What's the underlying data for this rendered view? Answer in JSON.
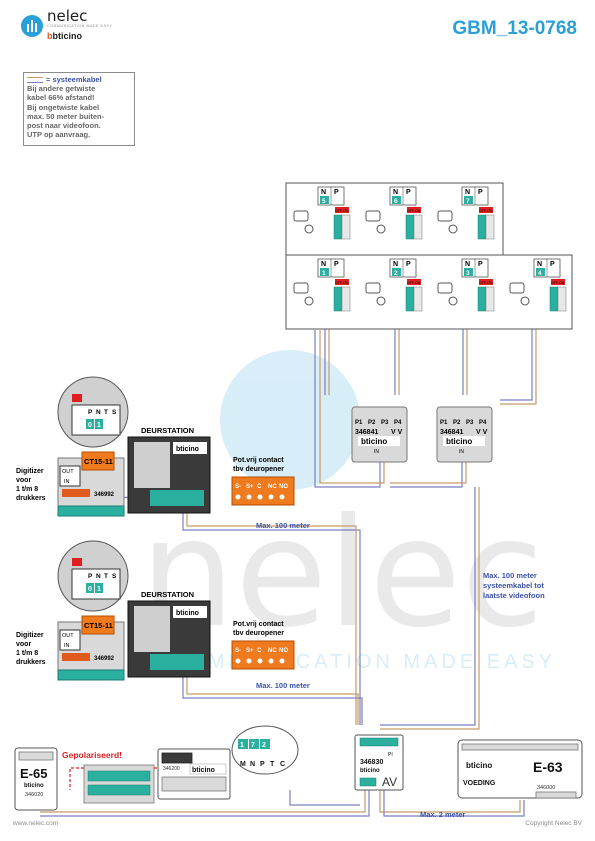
{
  "header": {
    "brand": "nelec",
    "brand_tagline": "COMMUNICATION MADE EASY",
    "partner_brand": "bticino",
    "document_code": "GBM_13-0768"
  },
  "notes": {
    "legend_label": "= systeemkabel",
    "lines": [
      "Bij andere getwiste",
      "kabel 66% afstand!",
      "Bij ongetwiste kabel",
      "max. 50 meter buiten-",
      "post naar videofoon.",
      "UTP op aanvraag."
    ]
  },
  "videophones": {
    "row_top": [
      {
        "id": "5",
        "n_label": "N",
        "p_label": "P"
      },
      {
        "id": "6",
        "n_label": "N",
        "p_label": "P"
      },
      {
        "id": "7",
        "n_label": "N",
        "p_label": "P"
      }
    ],
    "row_bottom": [
      {
        "id": "1",
        "n_label": "N",
        "p_label": "P"
      },
      {
        "id": "2",
        "n_label": "N",
        "p_label": "P"
      },
      {
        "id": "3",
        "n_label": "N",
        "p_label": "P"
      },
      {
        "id": "4",
        "n_label": "N",
        "p_label": "P"
      }
    ],
    "switch_label": "OFF ON"
  },
  "distributors": [
    {
      "model": "346841",
      "ports": [
        "P1",
        "P2",
        "P3",
        "P4"
      ],
      "suffix": "V V",
      "brand": "bticino",
      "input": "IN"
    },
    {
      "model": "346841",
      "ports": [
        "P1",
        "P2",
        "P3",
        "P4"
      ],
      "suffix": "V V",
      "brand": "bticino",
      "input": "IN"
    }
  ],
  "door_stations": [
    {
      "title": "DEURSTATION",
      "address": [
        "0",
        "1"
      ],
      "zoom_labels": [
        "P",
        "N",
        "T",
        "S"
      ],
      "digitizer_label": [
        "Digitizer",
        "voor",
        "1 t/m 8",
        "drukkers"
      ],
      "digitizer_model": "346992",
      "tag": "CT15-11",
      "io_labels": [
        "OUT",
        "IN"
      ],
      "brand": "bticino",
      "contact_label": [
        "Pot.vrij contact",
        "tbv deuropener"
      ],
      "contact_terms": [
        "S-",
        "S+",
        "C",
        "NC",
        "NO"
      ],
      "distance": "Max. 100 meter"
    },
    {
      "title": "DEURSTATION",
      "address": [
        "0",
        "1"
      ],
      "zoom_labels": [
        "P",
        "N",
        "T",
        "S"
      ],
      "digitizer_label": [
        "Digitizer",
        "voor",
        "1 t/m 8",
        "drukkers"
      ],
      "digitizer_model": "346992",
      "tag": "CT15-11",
      "io_labels": [
        "OUT",
        "IN"
      ],
      "brand": "bticino",
      "contact_label": [
        "Pot.vrij contact",
        "tbv deuropener"
      ],
      "contact_terms": [
        "S-",
        "S+",
        "C",
        "NC",
        "NO"
      ],
      "distance": "Max. 100 meter"
    }
  ],
  "riser_label": [
    "Max. 100 meter",
    "systeemkabel tot",
    "laatste videofoon"
  ],
  "power": {
    "left_unit": {
      "name": "E-65",
      "brand": "bticino",
      "model": "346020"
    },
    "polarized": "Gepolariseerd!",
    "relay": {
      "model": "346200",
      "brand": "bticino",
      "zoom_terms": [
        "1",
        "7",
        "2",
        "M",
        "N",
        "P",
        "T",
        "C"
      ]
    },
    "interface": {
      "model": "346830",
      "brand": "bticino",
      "suffix": "AV",
      "label": "PI"
    },
    "right_unit": {
      "name": "E-63",
      "brand": "bticino",
      "model": "346000",
      "sub": "VOEDING"
    },
    "distance": "Max. 2 meter"
  },
  "footer": {
    "left": "www.nelec.com",
    "right": "Copyright Nelec BV"
  },
  "watermark": {
    "word": "nelec",
    "tagline": "COMMUNICATION MADE EASY"
  }
}
